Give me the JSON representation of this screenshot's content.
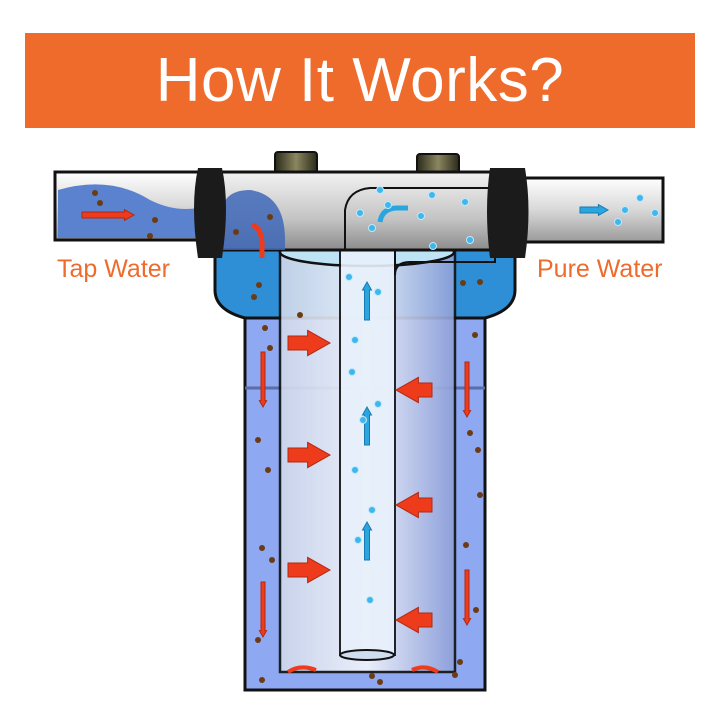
{
  "header": {
    "title": "How It Works?"
  },
  "labels": {
    "inlet": "Tap Water",
    "outlet": "Pure Water"
  },
  "colors": {
    "accent": "#ee6b2c",
    "dirty_arrow": "#ee3b1c",
    "clean_arrow": "#29a6e0",
    "water": "#8ea8f2",
    "particle": "#6b3b14"
  }
}
